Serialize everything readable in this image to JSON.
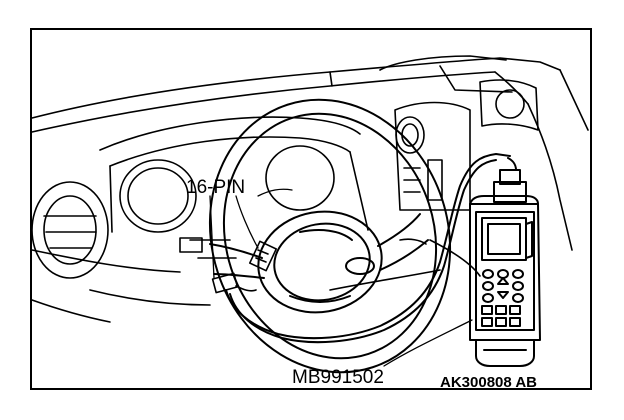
{
  "labels": {
    "connector": "16-PIN",
    "tool": "MB991502",
    "figure_id": "AK300808 AB"
  }
}
